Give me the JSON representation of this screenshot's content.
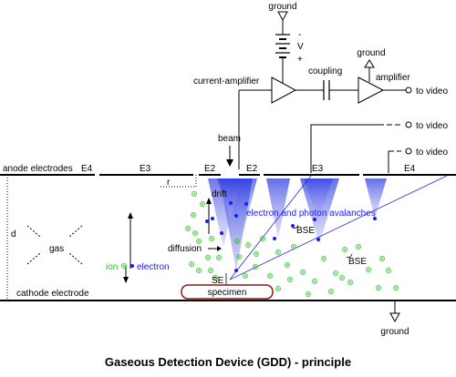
{
  "diagram": {
    "caption": "Gaseous Detection Device (GDD) - principle",
    "labels": {
      "ground_top": "ground",
      "battery_minus": "-",
      "battery_v": "V",
      "battery_plus": "+",
      "current_amplifier": "current-amplifier",
      "coupling": "coupling",
      "ground_right": "ground",
      "amplifier": "amplifier",
      "to_video_1": "to video",
      "to_video_2": "to video",
      "to_video_3": "to video",
      "beam": "beam",
      "anode_electrodes": "anode electrodes",
      "e4_left": "E4",
      "e3_left": "E3",
      "e2_left": "E2",
      "e2_right": "E2",
      "e3_right": "E3",
      "e4_right": "E4",
      "r": "r",
      "drift": "drift",
      "avalanches": "electron and photon avalanches",
      "bse_1": "BSE",
      "bse_2": "BSE",
      "d": "d",
      "gas": "gas",
      "diffusion": "diffusion",
      "ion": "ion",
      "electron": "electron",
      "se": "SE",
      "cathode_electrode": "cathode electrode",
      "specimen": "specimen",
      "ground_bottom": "ground"
    },
    "colors": {
      "line": "#000000",
      "electron": "#1a1aff",
      "ion": "#22c322",
      "avalanche": "#8a8ff0",
      "specimen_border": "#8b1a1a"
    }
  }
}
